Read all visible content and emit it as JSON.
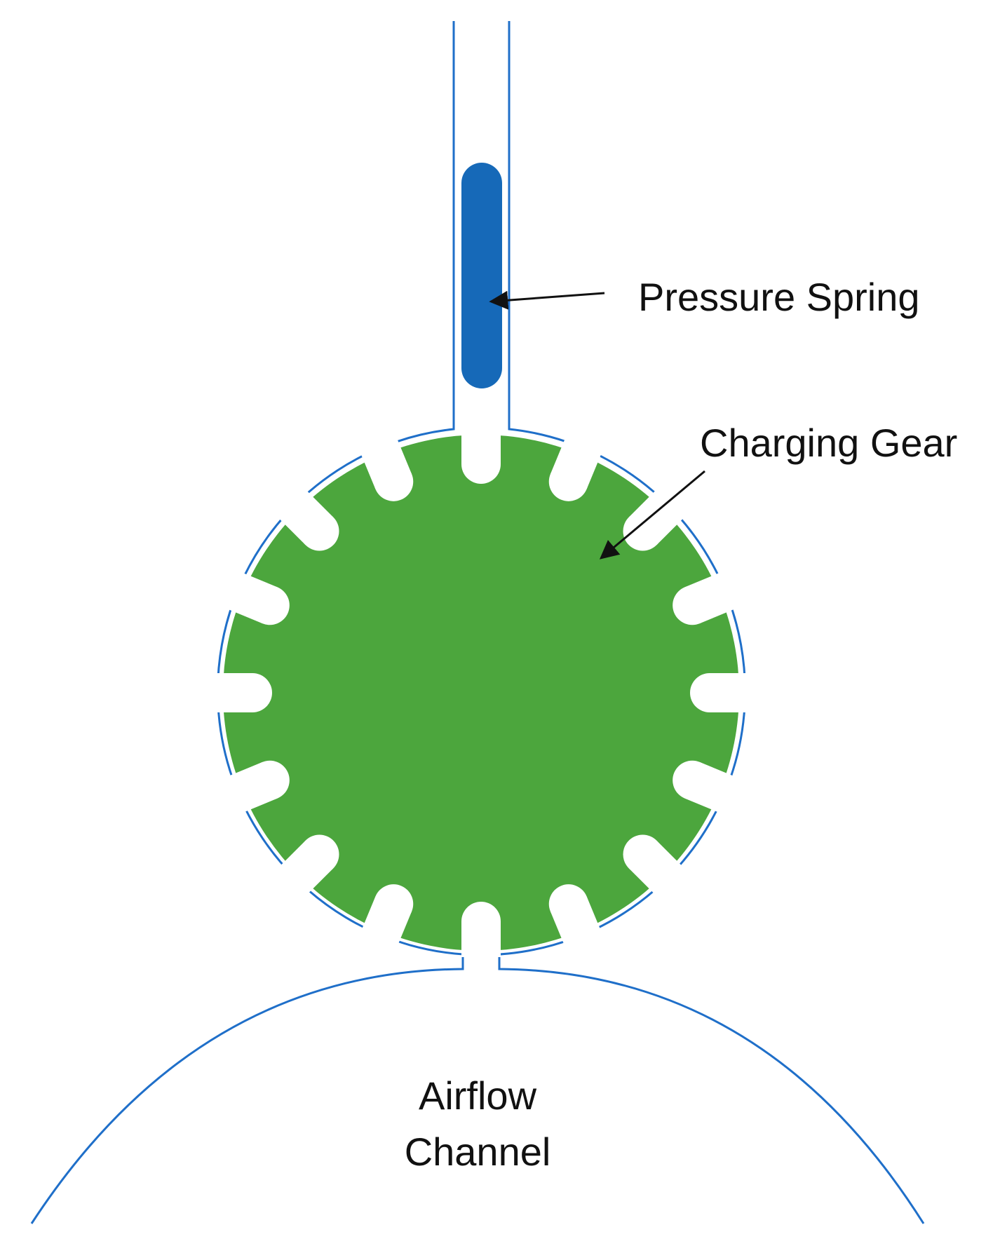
{
  "labels": {
    "pressure_spring": "Pressure Spring",
    "charging_gear": "Charging Gear",
    "airflow_line1": "Airflow",
    "airflow_line2": "Channel"
  },
  "colors": {
    "outline": "#1f6fc9",
    "spring": "#1669b8",
    "gear": "#4ca63d",
    "arrow": "#111111",
    "background": "#ffffff"
  },
  "gear": {
    "slot_count": 16
  }
}
